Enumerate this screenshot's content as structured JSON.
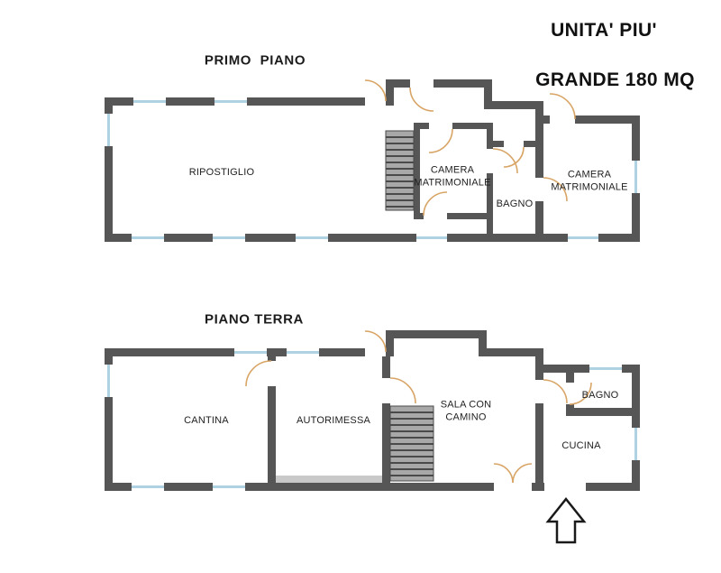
{
  "header": {
    "title_line1": "UNITA' PIU'",
    "title_line2": "GRANDE 180 MQ"
  },
  "floors": {
    "primo_piano": {
      "title": "PRIMO  PIANO",
      "rooms": {
        "ripostiglio": "RIPOSTIGLIO",
        "camera_matrimoniale_1": "CAMERA\nMATRIMONIALE",
        "bagno": "BAGNO",
        "camera_matrimoniale_2": "CAMERA\nMATRIMONIALE"
      }
    },
    "piano_terra": {
      "title": "PIANO TERRA",
      "rooms": {
        "cantina": "CANTINA",
        "autorimessa": "AUTORIMESSA",
        "sala_con_camino": "SALA CON\nCAMINO",
        "bagno": "BAGNO",
        "cucina": "CUCINA"
      }
    }
  },
  "colors": {
    "wall": "#565656",
    "window": "#aed2e2",
    "door_arc": "#d8a566",
    "stairs_fill": "#a8a8a8",
    "stairs_line": "#4a4a4a",
    "garage_door": "#c9c9c9",
    "background": "#ffffff"
  }
}
